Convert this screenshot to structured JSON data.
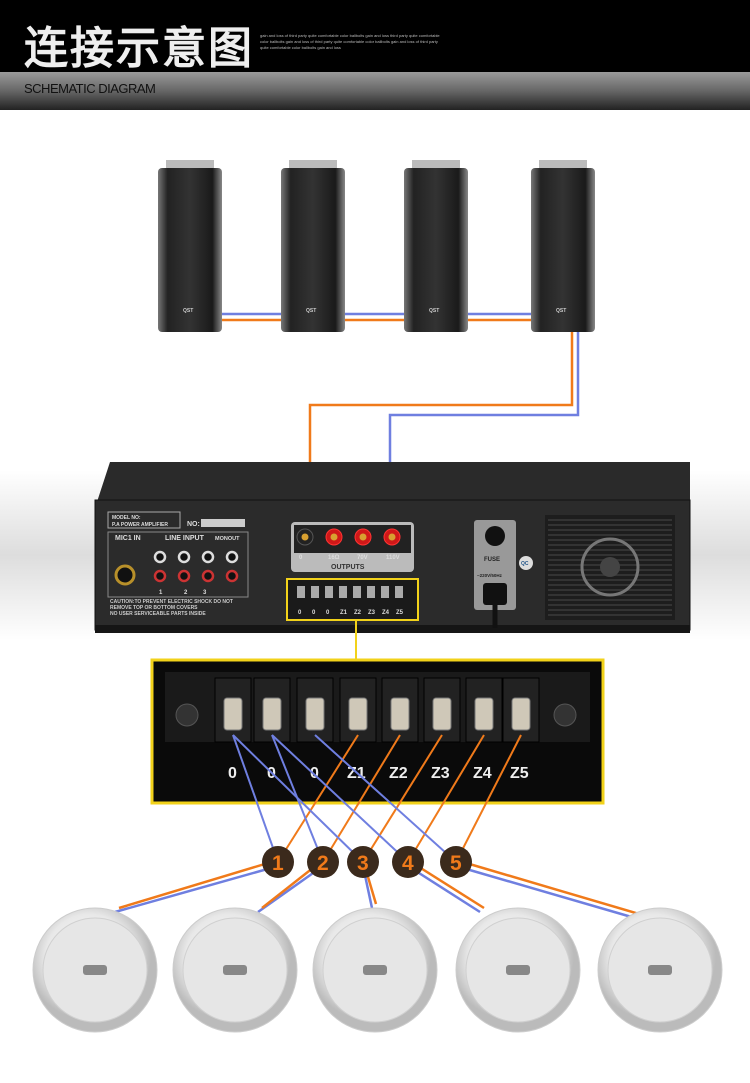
{
  "header": {
    "title": "连接示意图",
    "blurb": "gain and loss of third party quite comfortable color ballbolts gain and loss third party quite comfortable color ballbolts gain and loss of third party quite comfortable color ballbolts gain and loss of third party quite comfortable color ballbolts gain and loss",
    "subtitle": "SCHEMATIC DIAGRAM"
  },
  "speakers": {
    "brand": "QST"
  },
  "amplifier": {
    "model_label": "MODEL NO:",
    "model_value": "P.A POWER AMPLIFIER",
    "no_label": "NO:",
    "mic_label": "MIC1 IN",
    "line_input_label": "LINE INPUT",
    "monout_label": "MONOUT",
    "line_numbers": [
      "1",
      "2",
      "3"
    ],
    "caution": [
      "CAUTION:TO PREVENT ELECTRIC SHOCK DO NOT",
      "REMOVE TOP OR BOTTOM COVERS",
      "NO USER SERVICEABLE PARTS INSIDE"
    ],
    "outputs_label": "OUTPUTS",
    "outputs": [
      "0",
      "16Ω",
      "70V",
      "110V"
    ],
    "fuse_label": "FUSE",
    "power_label": "~220V/50Hz",
    "qc_label": "QC"
  },
  "terminals": [
    "0",
    "0",
    "0",
    "Z1",
    "Z2",
    "Z3",
    "Z4",
    "Z5"
  ],
  "zones": [
    "1",
    "2",
    "3",
    "4",
    "5"
  ],
  "colors": {
    "orange": "#f07a1a",
    "blue": "#6f7fe0",
    "yellow": "#f2d21a"
  }
}
